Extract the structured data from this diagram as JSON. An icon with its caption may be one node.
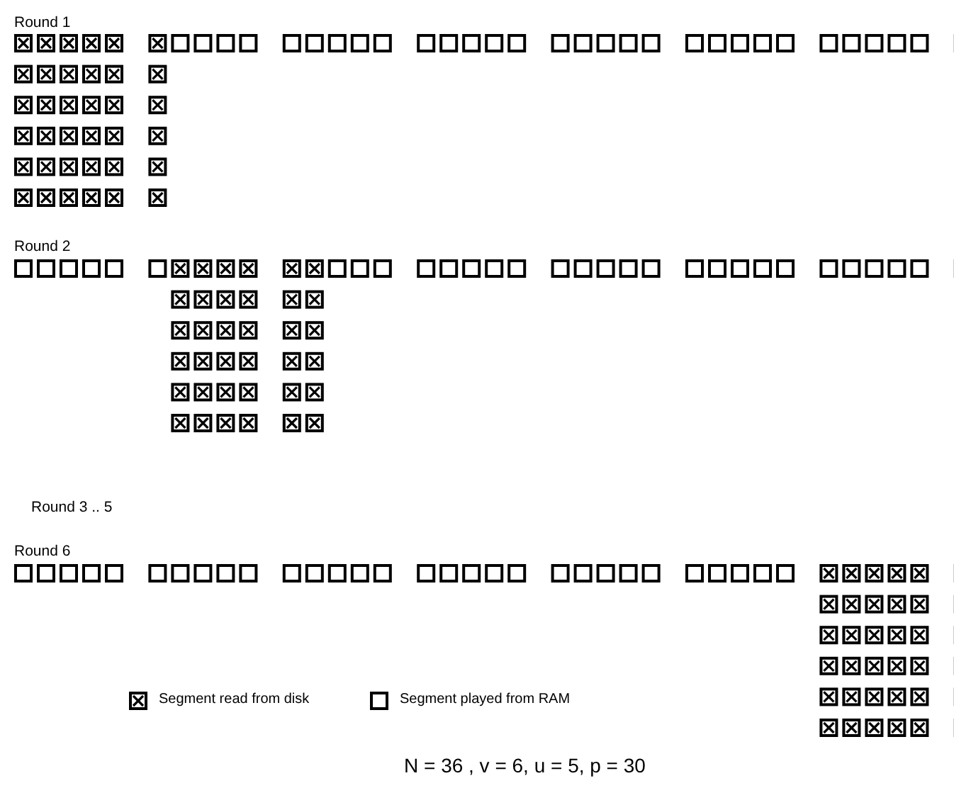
{
  "diagram": {
    "labels": [
      "Round 1",
      "Round 2",
      "Round 3 .. 5",
      "Round 6",
      "N = 36 , v = 6, u = 5, p = 30"
    ],
    "legend": [
      {
        "text": "Segment read from disk"
      },
      {
        "text": "Segment played from RAM"
      }
    ]
  }
}
